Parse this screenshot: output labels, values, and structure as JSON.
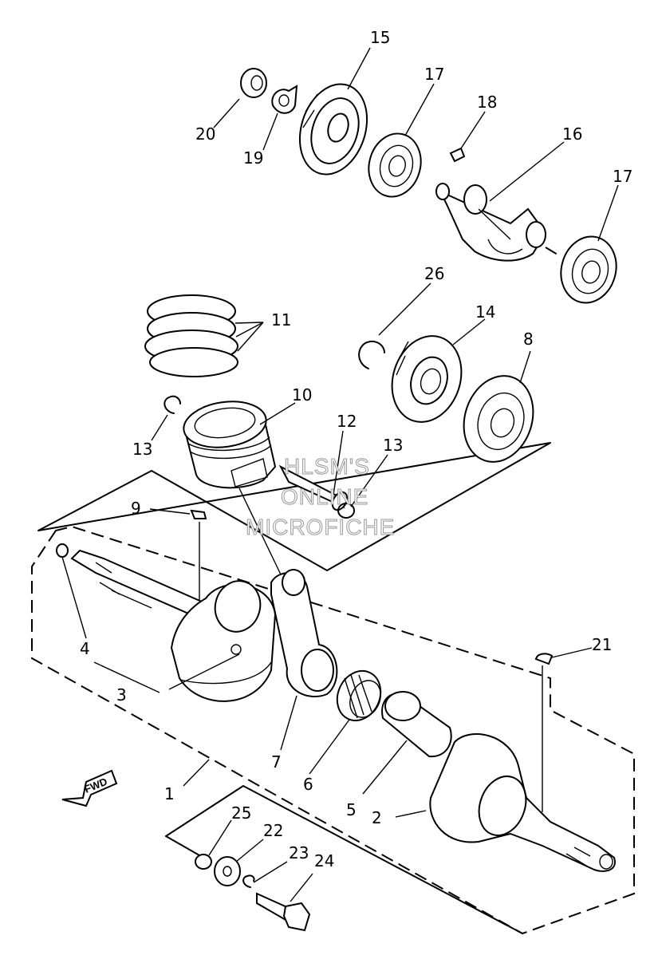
{
  "watermark": [
    "HLSM'S",
    "ONLINE",
    "MICROFICHE"
  ],
  "fwd_label": "FWD",
  "callouts": {
    "c1": "1",
    "c2": "2",
    "c3": "3",
    "c4": "4",
    "c5": "5",
    "c6": "6",
    "c7": "7",
    "c8": "8",
    "c9": "9",
    "c10": "10",
    "c11": "11",
    "c12": "12",
    "c13a": "13",
    "c13b": "13",
    "c14": "14",
    "c15": "15",
    "c16": "16",
    "c17a": "17",
    "c17b": "17",
    "c18": "18",
    "c19": "19",
    "c20": "20",
    "c21": "21",
    "c22": "22",
    "c23": "23",
    "c24": "24",
    "c25": "25",
    "c26": "26"
  }
}
